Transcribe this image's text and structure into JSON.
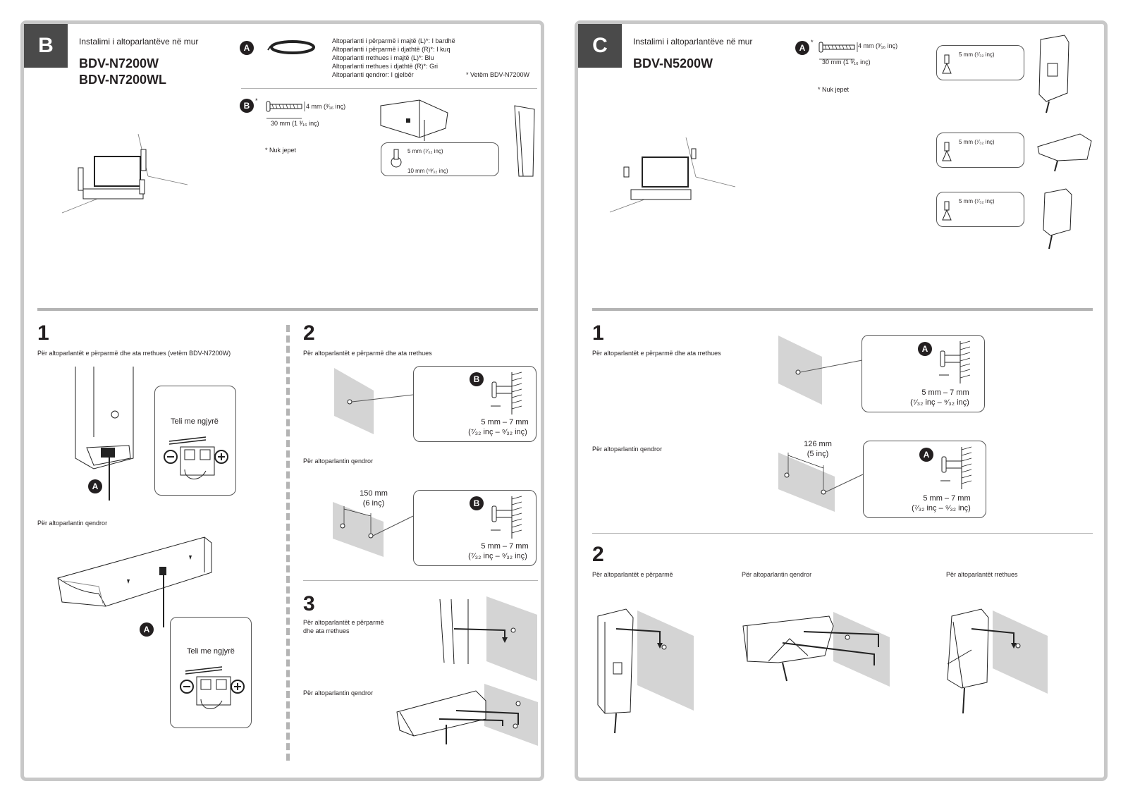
{
  "panel_b": {
    "tab_letter": "B",
    "subtitle": "Instalimi i altoparlantëve në mur",
    "model_1": "BDV-N7200W",
    "model_2": "BDV-N7200WL",
    "item_a": {
      "badge": "A",
      "lines": [
        "Altoparlanti i përparmë i majtë (L)*: I bardhë",
        "Altoparlanti i përparmë i djathtë (R)*: I kuq",
        "Altoparlanti rrethues i majtë (L)*: Blu",
        "Altoparlanti rrethues i djathtë (R)*: Gri",
        "Altoparlanti qendror: I gjelbër"
      ],
      "footnote": "* Vetëm BDV-N7200W"
    },
    "item_b": {
      "badge": "B",
      "asterisk": "*",
      "screw_diameter": "4 mm (³⁄₁₆ inç)",
      "screw_length": "30 mm (1 ³⁄₁₆ inç)",
      "footnote": "*  Nuk jepet",
      "hole_head": "5 mm (⁷⁄₃₂ inç)",
      "hole_length": "10 mm (¹³⁄₃₂ inç)"
    },
    "step1": {
      "number": "1",
      "caption": "Për altoparlantët e përparmë dhe ata rrethues (vetëm BDV-N7200W)",
      "wire_label": "Teli me ngjyrë",
      "badge": "A",
      "sub_caption": "Për altoparlantin qendror",
      "wire_label_2": "Teli me ngjyrë",
      "badge_2": "A"
    },
    "step2": {
      "number": "2",
      "caption": "Për altoparlantët e përparmë dhe ata rrethues",
      "badge": "B",
      "gap": "5 mm – 7 mm",
      "gap_in": "(⁷⁄₃₂ inç – ⁹⁄₃₂ inç)",
      "sub_caption": "Për altoparlantin qendror",
      "spacing": "150 mm",
      "spacing_in": "(6 inç)",
      "badge_2": "B",
      "gap_2": "5 mm – 7 mm",
      "gap_in_2": "(⁷⁄₃₂ inç – ⁹⁄₃₂ inç)"
    },
    "step3": {
      "number": "3",
      "caption_1": "Për altoparlantët e përparmë",
      "caption_2": "dhe ata rrethues",
      "sub_caption": "Për altoparlantin qendror"
    }
  },
  "panel_c": {
    "tab_letter": "C",
    "subtitle": "Instalimi i altoparlantëve në mur",
    "model": "BDV-N5200W",
    "item_a": {
      "badge": "A",
      "asterisk": "*",
      "screw_diameter": "4 mm (³⁄₁₆ inç)",
      "screw_length": "30 mm (1 ³⁄₁₆ inç)",
      "footnote": "*  Nuk jepet",
      "hole_1": "5 mm (⁷⁄₃₂ inç)",
      "hole_2": "5 mm (⁷⁄₃₂ inç)",
      "hole_3": "5 mm (⁷⁄₃₂ inç)"
    },
    "step1": {
      "number": "1",
      "caption": "Për altoparlantët e përparmë dhe ata rrethues",
      "badge": "A",
      "gap": "5 mm – 7 mm",
      "gap_in": "(⁷⁄₃₂ inç – ⁹⁄₃₂ inç)",
      "sub_caption": "Për altoparlantin qendror",
      "spacing": "126 mm",
      "spacing_in": "(5 inç)",
      "badge_2": "A",
      "gap_2": "5 mm – 7 mm",
      "gap_in_2": "(⁷⁄₃₂ inç – ⁹⁄₃₂ inç)"
    },
    "step2": {
      "number": "2",
      "caption_front": "Për altoparlantët e përparmë",
      "caption_center": "Për altoparlantin qendror",
      "caption_surround": "Për altoparlantët rrethues"
    }
  }
}
